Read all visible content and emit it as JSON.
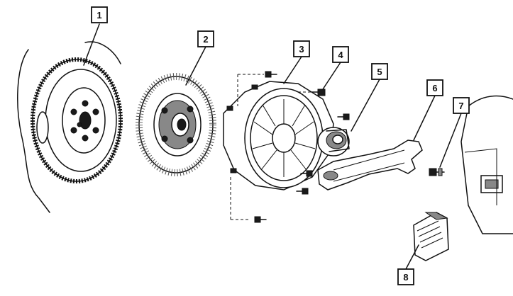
{
  "callouts": [
    {
      "id": 1,
      "text": "1"
    },
    {
      "id": 2,
      "text": "2"
    },
    {
      "id": 3,
      "text": "3"
    },
    {
      "id": 4,
      "text": "4"
    },
    {
      "id": 5,
      "text": "5"
    },
    {
      "id": 6,
      "text": "6"
    },
    {
      "id": 7,
      "text": "7"
    },
    {
      "id": 8,
      "text": "8"
    }
  ]
}
